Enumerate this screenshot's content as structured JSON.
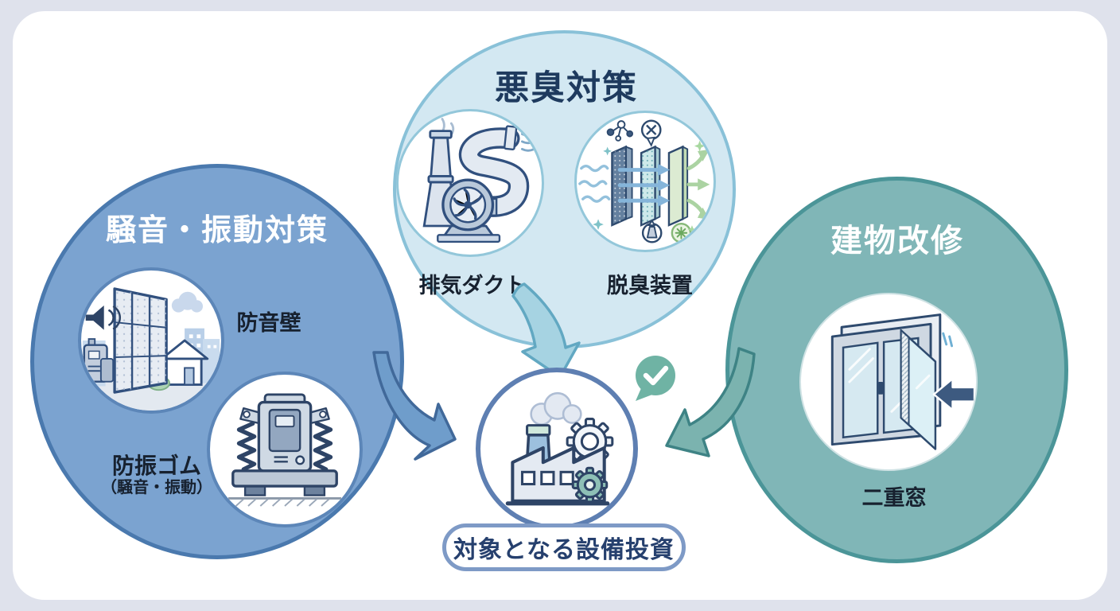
{
  "diagram": {
    "groups": {
      "noise_vibration": {
        "title": "騒音・振動対策",
        "color_fill": "#7BA3D0",
        "color_border": "#4A79AE",
        "items": [
          {
            "label": "防音壁",
            "icon": "soundproof-wall-icon"
          },
          {
            "label": "防振ゴム",
            "sublabel": "（騒音・振動）",
            "icon": "anti-vibration-rubber-icon"
          }
        ]
      },
      "odor": {
        "title": "悪臭対策",
        "color_fill": "#D3E8F2",
        "color_border": "#89C1D8",
        "items": [
          {
            "label": "排気ダクト",
            "icon": "exhaust-duct-icon"
          },
          {
            "label": "脱臭装置",
            "icon": "deodorizer-icon"
          }
        ]
      },
      "building_renovation": {
        "title": "建物改修",
        "color_fill": "#80B6B7",
        "color_border": "#4B9598",
        "items": [
          {
            "label": "二重窓",
            "icon": "double-window-icon"
          }
        ]
      }
    },
    "center": {
      "label": "対象となる設備投資",
      "icon": "factory-icon",
      "badge_icon": "check-bubble-icon",
      "border_color": "#5E7FB2"
    },
    "background_color": "#dfe2ec"
  }
}
